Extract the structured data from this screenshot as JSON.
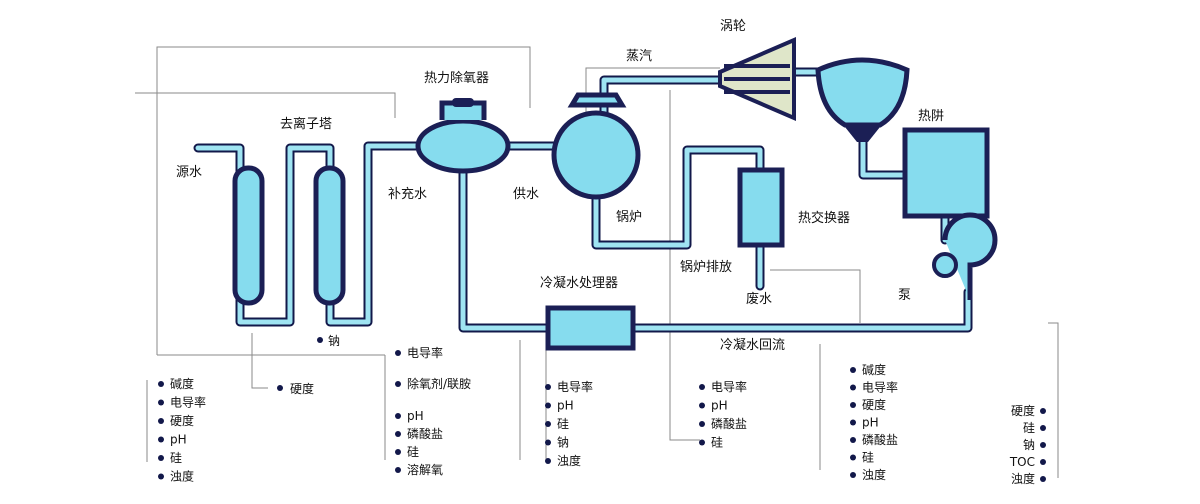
{
  "labels": {
    "source_water": "源水",
    "deionizer": "去离子塔",
    "deaerator": "热力除氧器",
    "makeup_water": "补充水",
    "feed_water": "供水",
    "boiler": "锅炉",
    "steam": "蒸汽",
    "turbine": "涡轮",
    "hotwell": "热阱",
    "heat_exchanger": "热交换器",
    "boiler_blowdown": "锅炉排放",
    "waste_water": "废水",
    "condensate_treater": "冷凝水处理器",
    "condensate_return": "冷凝水回流",
    "pump": "泵"
  },
  "points": {
    "sodium": "钠",
    "hardness": "硬度",
    "deionizer_in": [
      "碱度",
      "电导率",
      "硬度",
      "pH",
      "硅",
      "浊度"
    ],
    "makeup": [
      "电导率",
      "除氧剂/联胺",
      "pH",
      "磷酸盐",
      "硅",
      "溶解氧"
    ],
    "condensate": [
      "电导率",
      "pH",
      "硅",
      "钠",
      "浊度"
    ],
    "blowdown": [
      "电导率",
      "pH",
      "磷酸盐",
      "硅"
    ],
    "boiler_water": [
      "碱度",
      "电导率",
      "硬度",
      "pH",
      "磷酸盐",
      "硅",
      "浊度"
    ],
    "return": [
      "硬度",
      "硅",
      "钠",
      "TOC",
      "浊度"
    ]
  },
  "colors": {
    "pipe_fill": "#9fe4f2",
    "pipe_outline": "#12184a",
    "vessel_fill": "#86dcee",
    "sample_line": "#8a8a8a"
  }
}
